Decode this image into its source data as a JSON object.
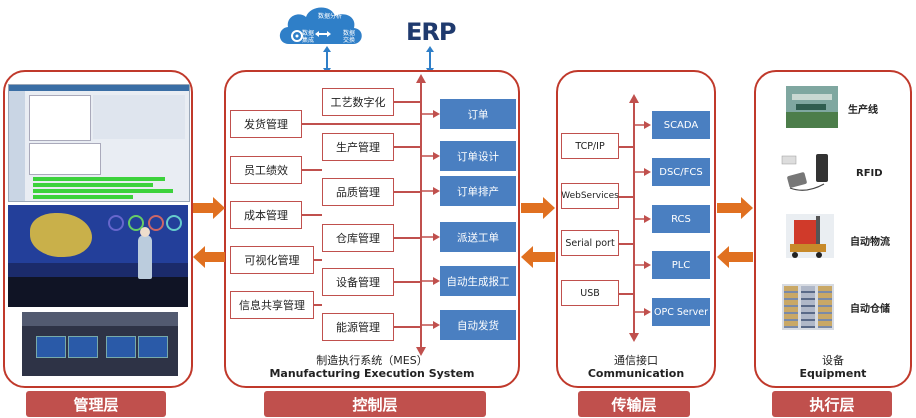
{
  "top": {
    "cloud_title": "数据分析",
    "cloud_left": "数据集成",
    "cloud_right": "数据交换",
    "erp_label": "ERP"
  },
  "mes": {
    "left_items": [
      "发货管理",
      "员工绩效",
      "成本管理",
      "可视化管理",
      "信息共享管理"
    ],
    "middle_items": [
      "工艺数字化",
      "生产管理",
      "品质管理",
      "仓库管理",
      "设备管理",
      "能源管理"
    ],
    "right_items": [
      "订单",
      "订单设计",
      "订单排产",
      "派送工单",
      "自动生成报工",
      "自动发货"
    ],
    "caption_cn": "制造执行系统（MES）",
    "caption_en": "Manufacturing Execution System"
  },
  "comm": {
    "left_items": [
      "TCP/IP",
      "WebServices",
      "Serial port",
      "USB"
    ],
    "right_items": [
      "SCADA",
      "DSC/FCS",
      "RCS",
      "PLC",
      "OPC Server"
    ],
    "caption_cn": "通信接口",
    "caption_en": "Communication"
  },
  "equipment": {
    "items": [
      "生产线",
      "RFID",
      "自动物流",
      "自动仓储"
    ],
    "caption_cn": "设备",
    "caption_en": "Equipment"
  },
  "layers": [
    "管理层",
    "控制层",
    "传输层",
    "执行层"
  ],
  "colors": {
    "border_red": "#c0392b",
    "tab_red": "#c0504d",
    "box_blue": "#4a7fc1",
    "arrow_orange": "#e07020",
    "cloud_blue": "#2f7fc8",
    "erp_navy": "#1f3a6e"
  }
}
